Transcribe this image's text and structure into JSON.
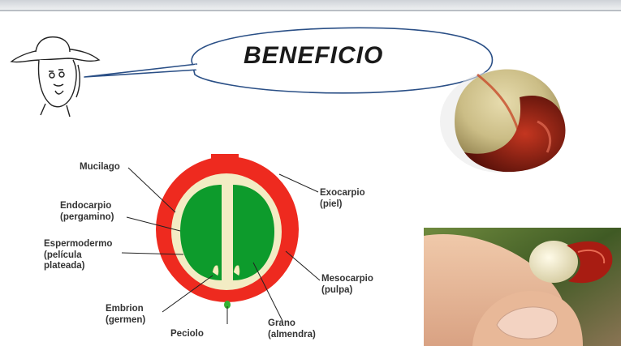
{
  "title": "BENEFICIO",
  "labels": {
    "mucilago": "Mucilago",
    "endocarpio": "Endocarpio\n(pergamino)",
    "espermodermo": "Espermodermo\n(película\nplateada)",
    "embrion": "Embrion\n(germen)",
    "peciolo": "Peciolo",
    "grano": "Grano\n(almendra)",
    "mesocarpio": "Mesocarpio\n(pulpa)",
    "exocarpio": "Exocarpio\n(piel)"
  },
  "colors": {
    "pulp_red": "#ee2a1f",
    "grain_green": "#0d9b2c",
    "parchment": "#f3ecc4",
    "embryo": "#f6efc0",
    "stem": "#34b233"
  },
  "icons": {
    "cartoon": "farmer-with-hat-icon",
    "cherry_photo": "coffee-cherry-photo",
    "hand_photo": "hand-holding-coffee-cherry-photo"
  }
}
